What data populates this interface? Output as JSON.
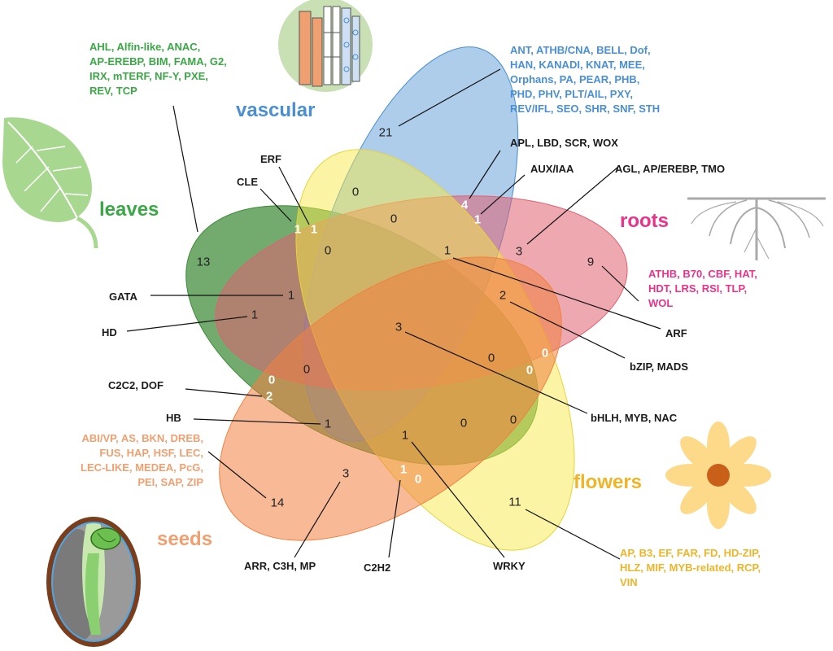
{
  "sets": {
    "vascular": {
      "name": "vascular",
      "color": "#4a8fd4",
      "fill": "#5b9bd5",
      "genes": [
        "ANT, ATHB/CNA, BELL, Dof,",
        "HAN, KANADI, KNAT, MEE,",
        "Orphans, PA, PEAR, PHB,",
        "PHD, PHV, PLT/AIL, PXY,",
        "REV/IFL, SEO, SHR, SNF, STH"
      ]
    },
    "leaves": {
      "name": "leaves",
      "color": "#3aa845",
      "fill": "#3d8b37",
      "genes": [
        "AHL, Alfin-like, ANAC,",
        "AP-EREBP, BIM, FAMA, G2,",
        "IRX, mTERF, NF-Y, PXE,",
        "REV, TCP"
      ]
    },
    "roots": {
      "name": "roots",
      "color": "#e8338a",
      "fill": "#e06070",
      "genes": [
        "ATHB, B70, CBF, HAT,",
        "HDT, LRS, RSI, TLP,",
        "WOL"
      ]
    },
    "flowers": {
      "name": "flowers",
      "color": "#f0b429",
      "fill": "#f5e94a",
      "genes": [
        "AP, B3, EF, FAR, FD, HD-ZIP,",
        "HLZ, MIF, MYB-related, RCP,",
        "VIN"
      ]
    },
    "seeds": {
      "name": "seeds",
      "color": "#f0a070",
      "fill": "#f08040",
      "genes": [
        "ABI/VP, AS, BKN, DREB,",
        "FUS, HAP, HSF, LEC,",
        "LEC-LIKE, MEDEA, PcG,",
        "PEI, SAP, ZIP"
      ]
    }
  },
  "counts": {
    "vascular_only": "21",
    "leaves_only": "13",
    "roots_only": "9",
    "flowers_only": "11",
    "seeds_only": "14",
    "r_top": "0",
    "r_mid_top": "0",
    "r_mid_left": "0",
    "r_ctr_upper": "1",
    "r_roots_upper": "3",
    "r_gata": "1",
    "r_hd": "1",
    "r_bzip": "2",
    "r_center": "3",
    "r_lower_left": "0",
    "r_right_a": "0",
    "r_right_b": "0",
    "r_low_right": "0",
    "r_hb": "1",
    "r_wrky": "1",
    "r_arr": "3",
    "w_cle": "1",
    "w_erf": "1",
    "w_auxiaa": "1",
    "w_apl": "4",
    "w_dof_a": "0",
    "w_dof_b": "2",
    "w_right_a": "0",
    "w_right_b": "0",
    "w_c2h2_a": "1",
    "w_c2h2_b": "0"
  },
  "gene_labels": {
    "erf": "ERF",
    "cle": "CLE",
    "apl": "APL, LBD, SCR, WOX",
    "auxiaa": "AUX/IAA",
    "agl": "AGL, AP/EREBP, TMO",
    "gata": "GATA",
    "hd": "HD",
    "arf": "ARF",
    "bzip": "bZIP, MADS",
    "c2c2": "C2C2, DOF",
    "hb": "HB",
    "bhlh": "bHLH, MYB, NAC",
    "arr": "ARR, C3H, MP",
    "c2h2": "C2H2",
    "wrky": "WRKY"
  }
}
